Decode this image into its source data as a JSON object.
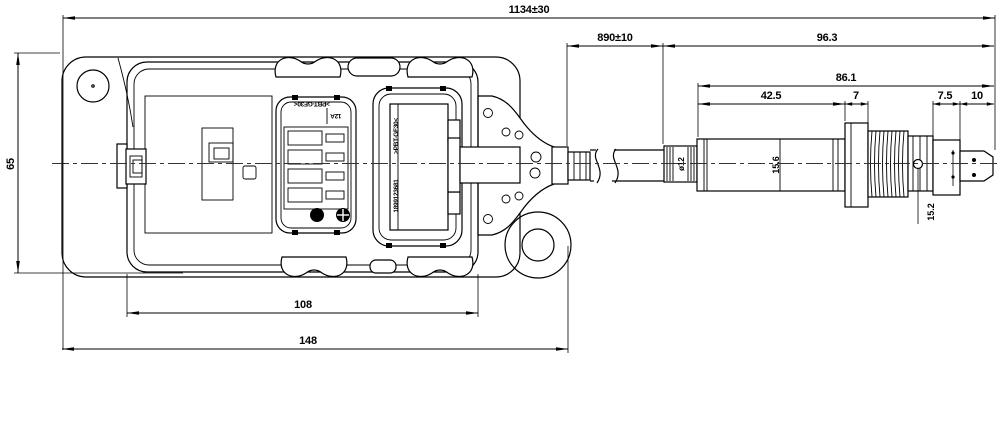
{
  "dims": {
    "overall": "1134±30",
    "cable": "890±10",
    "probe_total": "96.3",
    "probe_mid": "86.1",
    "body_len": "42.5",
    "hex_w": "7",
    "step_w": "7.5",
    "tip_w": "10",
    "height": "65",
    "cover_w": "108",
    "bracket_w": "148",
    "tube_dia": "ø12",
    "body_dia": "15.6",
    "seal_dia": "15.2"
  },
  "markings": {
    "left_conn_material": ">PBT-GF30<",
    "left_conn_code": "12A",
    "right_conn_material": ">PBT-GF30<",
    "right_conn_code": "1899123681"
  }
}
